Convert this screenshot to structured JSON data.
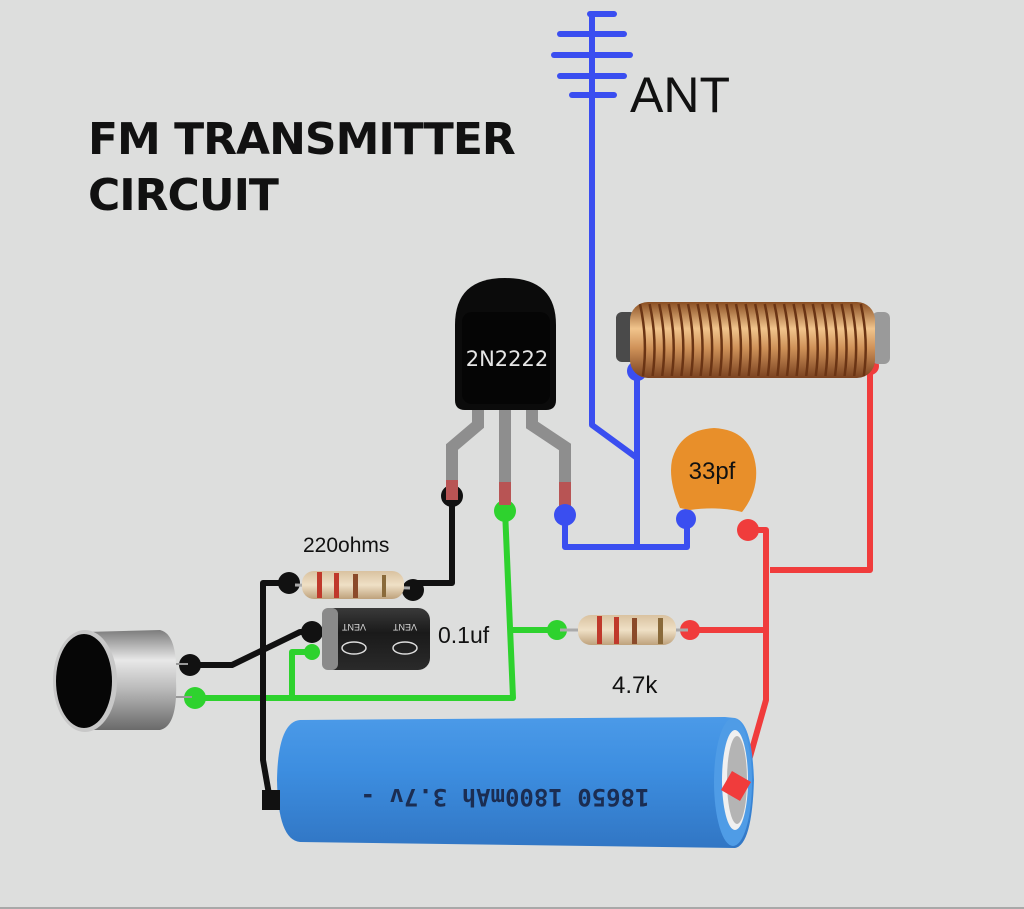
{
  "title": {
    "line1": "FM TRANSMITTER",
    "line2": "CIRCUIT"
  },
  "components": {
    "antenna": {
      "label": "ANT",
      "icon": "antenna-icon"
    },
    "transistor": {
      "label": "2N2222",
      "icon": "transistor-icon"
    },
    "inductor": {
      "label": "",
      "icon": "coil-icon"
    },
    "ceramic_capacitor": {
      "label": "33pf",
      "icon": "ceramic-capacitor-icon"
    },
    "resistor_base": {
      "label": "220ohms",
      "icon": "resistor-icon"
    },
    "electrolytic_capacitor": {
      "label": "0.1uf",
      "icon": "electrolytic-capacitor-icon",
      "printed_text": "VENT"
    },
    "resistor_bias": {
      "label": "4.7k",
      "icon": "resistor-icon"
    },
    "microphone": {
      "label": "",
      "icon": "electret-microphone-icon"
    },
    "battery": {
      "label": "18650 1800mAh 3.7v -",
      "icon": "battery-icon"
    }
  },
  "wire_colors": {
    "antenna_collector": "#3a4ef0",
    "positive": "#f03c3c",
    "negative": "#111111",
    "signal": "#2ed22e",
    "transistor_leg": "#8e8e8e",
    "leg_tip": "#b85454"
  },
  "component_colors": {
    "ceramic_capacitor": "#e88f2a",
    "battery": "#3d8ee0",
    "transistor": "#0b0b0b",
    "coil": "#c98849"
  }
}
